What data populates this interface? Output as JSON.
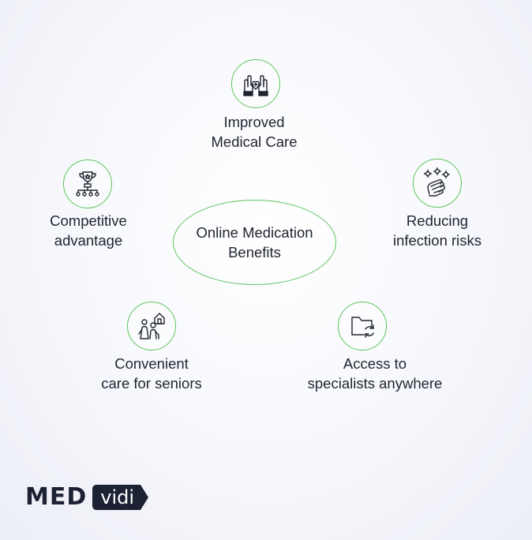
{
  "center": {
    "line1": "Online Medication",
    "line2": "Benefits"
  },
  "nodes": [
    {
      "icon": "hands-heart-icon",
      "line1": "Improved",
      "line2": "Medical Care"
    },
    {
      "icon": "hand-sanitize-icon",
      "line1": "Reducing",
      "line2": "infection risks"
    },
    {
      "icon": "folder-sync-icon",
      "line1": "Access to",
      "line2": "specialists anywhere"
    },
    {
      "icon": "seniors-home-icon",
      "line1": "Convenient",
      "line2": "care for seniors"
    },
    {
      "icon": "trophy-network-icon",
      "line1": "Competitive",
      "line2": "advantage"
    }
  ],
  "logo": {
    "part1": "MED",
    "part2": "vidi"
  },
  "colors": {
    "accent": "#5ac45a",
    "text": "#1f2430",
    "logo": "#1c2233"
  }
}
